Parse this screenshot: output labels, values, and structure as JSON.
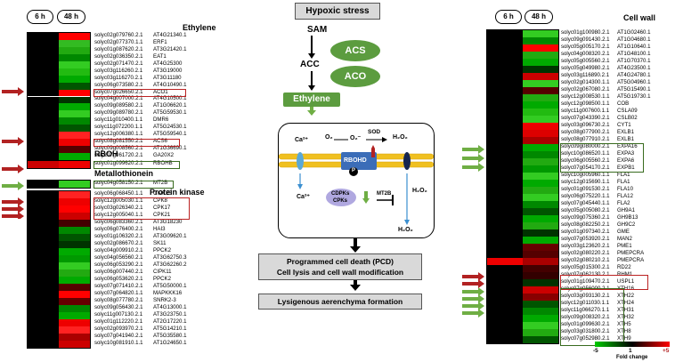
{
  "title": "Hypoxic stress",
  "left_header": {
    "h6": "6 h",
    "h48": "48 h"
  },
  "right_header": {
    "h6": "6 h",
    "h48": "48 h"
  },
  "groups": {
    "ethylene": "Ethylene",
    "rboh": "RBOH",
    "metallothionein": "Metallothionein",
    "kinase": "Protein kinase",
    "cellwall": "Cell wall"
  },
  "left_genes": [
    [
      "solyc02g079760.2.1",
      "AT4G21340.1"
    ],
    [
      "solyc02g077370.1.1",
      "ERF1"
    ],
    [
      "solyc01g087620.2.1",
      "AT3G21420.1"
    ],
    [
      "solyc02g036350.2.1",
      "EAT1"
    ],
    [
      "solyc02g071470.2.1",
      "AT4G25300"
    ],
    [
      "solyc03g116260.2.1",
      "AT3G19000"
    ],
    [
      "solyc03g116270.2.1",
      "AT3G11180"
    ],
    [
      "solyc06g073580.2.1",
      "AT4G10490.1"
    ],
    [
      "solyc07g026650.2.1",
      "ACO1"
    ],
    [
      "solyc04g007000.2.1",
      "AT4G10500.1"
    ],
    [
      "solyc09g089580.2.1",
      "AT1G06620.1"
    ],
    [
      "solyc09g089780.2.1",
      "AT5G59530.1"
    ],
    [
      "solyc11g010400.1.1",
      "DMR6"
    ],
    [
      "solyc11g072200.1.1",
      "AT5G24530.1"
    ],
    [
      "solyc12g006380.1.1",
      "AT5G59540.1"
    ],
    [
      "solyc08g081550.2.1",
      "ACS6"
    ],
    [
      "solyc09g008560.2.1",
      "AT1G36690.1"
    ],
    [
      "solyc07g061720.2.1",
      "GA20X2"
    ]
  ],
  "left_colors": [
    [
      "#000000",
      "#ff0000"
    ],
    [
      "#000000",
      "#33bb22"
    ],
    [
      "#000000",
      "#22aa11"
    ],
    [
      "#000000",
      "#008800"
    ],
    [
      "#000000",
      "#33cc22"
    ],
    [
      "#000000",
      "#22bb11"
    ],
    [
      "#000000",
      "#00aa00"
    ],
    [
      "#000000",
      "#005500"
    ],
    [
      "#000000",
      "#ff0000"
    ],
    [
      "#000000",
      "#003300"
    ],
    [
      "#000000",
      "#00aa00"
    ],
    [
      "#000000",
      "#33cc22"
    ],
    [
      "#000000",
      "#008800"
    ],
    [
      "#000000",
      "#005500"
    ],
    [
      "#000000",
      "#ff2222"
    ],
    [
      "#000000",
      "#ee0000"
    ],
    [
      "#000000",
      "#550000"
    ],
    [
      "#000000",
      "#00aa00"
    ]
  ],
  "rboh_genes": [
    [
      "solyc01g099620.2.1",
      "RBOHB"
    ]
  ],
  "rboh_colors": [
    [
      "#cc0000",
      "#ee0000"
    ]
  ],
  "mt_genes": [
    [
      "solyc04g058150.2.1",
      "MT2B"
    ]
  ],
  "mt_colors": [
    [
      "#000000",
      "#33cc22"
    ]
  ],
  "kinase_genes": [
    [
      "solyc06g068450.1.1",
      "CIPK25"
    ],
    [
      "solyc12g005030.1.1",
      "CPK8"
    ],
    [
      "solyc03g026340.2.1",
      "CPK17"
    ],
    [
      "solyc12g005040.1.1",
      "CPK21"
    ],
    [
      "solyc06g083360.2.1",
      "AT3G18230"
    ],
    [
      "solyc06g076400.2.1",
      "HAI3"
    ],
    [
      "solyc01g106320.2.1",
      "AT3G09620.1"
    ],
    [
      "solyc02g086670.2.1",
      "SK11"
    ],
    [
      "solyc04g009910.2.1",
      "PPCK2"
    ],
    [
      "solyc04g056560.2.1",
      "AT3G62750.3"
    ],
    [
      "solyc06g053290.2.1",
      "AT3G62260.2"
    ],
    [
      "solyc06g007440.2.1",
      "CIPK11"
    ],
    [
      "solyc06g053620.2.1",
      "PPCK2"
    ],
    [
      "solyc07g071410.2.1",
      "AT5G50000.1"
    ],
    [
      "solyc07g064820.1.1",
      "MAPKKK16"
    ],
    [
      "solyc08g077780.2.1",
      "SNRK2-3"
    ],
    [
      "solyc09g056430.2.1",
      "AT4G13000.1"
    ],
    [
      "solyc11g007130.2.1",
      "AT3G23750.1"
    ],
    [
      "solyc01g112220.2.1",
      "AT2G17220.1"
    ],
    [
      "solyc02g093970.2.1",
      "AT5G14210.1"
    ],
    [
      "solyc07g041940.2.1",
      "AT5G35580.1"
    ],
    [
      "solyc10g081910.1.1",
      "AT1G24650.1"
    ]
  ],
  "kinase_colors": [
    [
      "#000000",
      "#ff2222"
    ],
    [
      "#000000",
      "#ee0000"
    ],
    [
      "#000000",
      "#ff0000"
    ],
    [
      "#000000",
      "#cc0000"
    ],
    [
      "#000000",
      "#440000"
    ],
    [
      "#000000",
      "#008800"
    ],
    [
      "#000000",
      "#005500"
    ],
    [
      "#000000",
      "#003300"
    ],
    [
      "#000000",
      "#00aa00"
    ],
    [
      "#000000",
      "#009900"
    ],
    [
      "#000000",
      "#33cc22"
    ],
    [
      "#000000",
      "#22aa11"
    ],
    [
      "#000000",
      "#00aa00"
    ],
    [
      "#000000",
      "#550000"
    ],
    [
      "#000000",
      "#ff0000"
    ],
    [
      "#000000",
      "#660000"
    ],
    [
      "#000000",
      "#008800"
    ],
    [
      "#000000",
      "#00aa00"
    ],
    [
      "#000000",
      "#ee0000"
    ],
    [
      "#000000",
      "#ff2222"
    ],
    [
      "#000000",
      "#aa0000"
    ],
    [
      "#000000",
      "#cc0000"
    ]
  ],
  "right_genes": [
    [
      "solyc01g100980.2.1",
      "AT1G02460.1"
    ],
    [
      "solyc09g091430.2.1",
      "AT1G04680.1"
    ],
    [
      "solyc05g005170.2.1",
      "AT1G10640.1"
    ],
    [
      "solyc04g008320.2.1",
      "AT1G48100.1"
    ],
    [
      "solyc05g005560.2.1",
      "AT1G70370.1"
    ],
    [
      "solyc05g049980.2.1",
      "AT4G23500.1"
    ],
    [
      "solyc03g116890.2.1",
      "AT4G24780.1"
    ],
    [
      "solyc02g014300.1.1",
      "AT5G04960.1"
    ],
    [
      "solyc02g067080.2.1",
      "AT5G15490.1"
    ],
    [
      "solyc12g008530.1.1",
      "AT5G19730.1"
    ],
    [
      "solyc12g098500.1.1",
      "COB"
    ],
    [
      "solyc11g007600.1.1",
      "CSLA09"
    ],
    [
      "solyc07g043390.2.1",
      "CSLB02"
    ],
    [
      "solyc03g096730.2.1",
      "CYT1"
    ],
    [
      "solyc08g077900.2.1",
      "EXLB1"
    ],
    [
      "solyc08g077910.2.1",
      "EXLB1"
    ],
    [
      "solyc09g080000.2.1",
      "EXPA16"
    ],
    [
      "solyc10g086520.1.1",
      "EXPA3"
    ],
    [
      "solyc06g005560.2.1",
      "EXPA6"
    ],
    [
      "solyc07g054170.2.1",
      "EXPB1"
    ],
    [
      "solyc10g005960.1.1",
      "FLA1"
    ],
    [
      "solyc12g015690.1.1",
      "FLA1"
    ],
    [
      "solyc01g091530.2.1",
      "FLA10"
    ],
    [
      "solyc06g075220.1.1",
      "FLA12"
    ],
    [
      "solyc07g045440.1.1",
      "FLA2"
    ],
    [
      "solyc05g005080.2.1",
      "GH9A1"
    ],
    [
      "solyc09g075360.2.1",
      "GH9B13"
    ],
    [
      "solyc08g082250.2.1",
      "GH9C2"
    ],
    [
      "solyc01g097340.2.1",
      "GME"
    ],
    [
      "solyc07g053920.2.1",
      "MAN2"
    ],
    [
      "solyc03g123620.2.1",
      "PME1"
    ],
    [
      "solyc02g080220.2.1",
      "PMEPCRA"
    ],
    [
      "solyc02g080210.2.1",
      "PMEPCRA"
    ],
    [
      "solyc05g015300.2.1",
      "RD22"
    ],
    [
      "solyc07g062130.2.1",
      "RHM1"
    ],
    [
      "solyc01g109470.2.1",
      "USPL1"
    ],
    [
      "solyc07g056000.2.1",
      "XTH16"
    ],
    [
      "solyc03g093130.2.1",
      "XTH22"
    ],
    [
      "solyc12g011030.1.1",
      "XTH24"
    ],
    [
      "solyc11g066270.1.1",
      "XTH31"
    ],
    [
      "solyc09g008320.2.1",
      "XTH32"
    ],
    [
      "solyc01g099630.2.1",
      "XTH5"
    ],
    [
      "solyc03g031800.2.1",
      "XTH8"
    ],
    [
      "solyc07g052980.2.1",
      "XTH9"
    ]
  ],
  "right_colors": [
    [
      "#000000",
      "#33cc22"
    ],
    [
      "#000000",
      "#008800"
    ],
    [
      "#000000",
      "#ff0000"
    ],
    [
      "#000000",
      "#22aa11"
    ],
    [
      "#000000",
      "#00aa00"
    ],
    [
      "#000000",
      "#003300"
    ],
    [
      "#000000",
      "#cc0000"
    ],
    [
      "#000000",
      "#33cc22"
    ],
    [
      "#000000",
      "#550000"
    ],
    [
      "#000000",
      "#22aa11"
    ],
    [
      "#000000",
      "#00aa00"
    ],
    [
      "#000000",
      "#22bb11"
    ],
    [
      "#000000",
      "#33cc22"
    ],
    [
      "#000000",
      "#ee0000"
    ],
    [
      "#000000",
      "#dd0000"
    ],
    [
      "#000000",
      "#aa0000"
    ],
    [
      "#000000",
      "#00aa00"
    ],
    [
      "#000000",
      "#008800"
    ],
    [
      "#000000",
      "#22aa11"
    ],
    [
      "#000000",
      "#009900"
    ],
    [
      "#000000",
      "#33cc22"
    ],
    [
      "#000000",
      "#00aa00"
    ],
    [
      "#000000",
      "#22aa11"
    ],
    [
      "#000000",
      "#33cc22"
    ],
    [
      "#000000",
      "#008800"
    ],
    [
      "#000000",
      "#005500"
    ],
    [
      "#000000",
      "#00aa00"
    ],
    [
      "#000000",
      "#22aa11"
    ],
    [
      "#000000",
      "#003300"
    ],
    [
      "#000000",
      "#00aa00"
    ],
    [
      "#000000",
      "#660000"
    ],
    [
      "#000000",
      "#550000"
    ],
    [
      "#ee0000",
      "#aa0000"
    ],
    [
      "#000000",
      "#440000"
    ],
    [
      "#000000",
      "#330000"
    ],
    [
      "#000000",
      "#003300"
    ],
    [
      "#000000",
      "#cc0000"
    ],
    [
      "#000000",
      "#880000"
    ],
    [
      "#000000",
      "#005500"
    ],
    [
      "#000000",
      "#008800"
    ],
    [
      "#000000",
      "#00aa00"
    ],
    [
      "#000000",
      "#33cc22"
    ],
    [
      "#000000",
      "#22aa11"
    ],
    [
      "#000000",
      "#005500"
    ]
  ],
  "pathway": {
    "sam": "SAM",
    "acc": "ACC",
    "acs": "ACS",
    "aco": "ACO",
    "ethylene": "Ethylene",
    "ca1": "Ca²⁺",
    "ca2": "Ca²⁺",
    "o2": "O₂",
    "o2m": "O₂⁻",
    "sod": "SOD",
    "h2o2a": "H₂O₂",
    "h2o2b": "H₂O₂",
    "h2o2c": "H₂O₂",
    "rbohd": "RBOHD",
    "cdpk": "CDPKs",
    "cpk": "CPKs",
    "mt2b": "MT2B",
    "p": "P"
  },
  "pcd_box": {
    "line1": "Programmed cell death (PCD)",
    "line2": "Cell lysis and cell wall modification"
  },
  "aer_box": "Lysigenous aerenchyma formation",
  "legend": {
    "min": "-5",
    "mid": "1",
    "max": "+5",
    "title": "Fold change"
  },
  "colors": {
    "up": "#ff0000",
    "down": "#00cc00",
    "neutral": "#000000",
    "accent": "#5c9c3f",
    "box": "#d9d9d9",
    "highlight": "#b22222"
  }
}
